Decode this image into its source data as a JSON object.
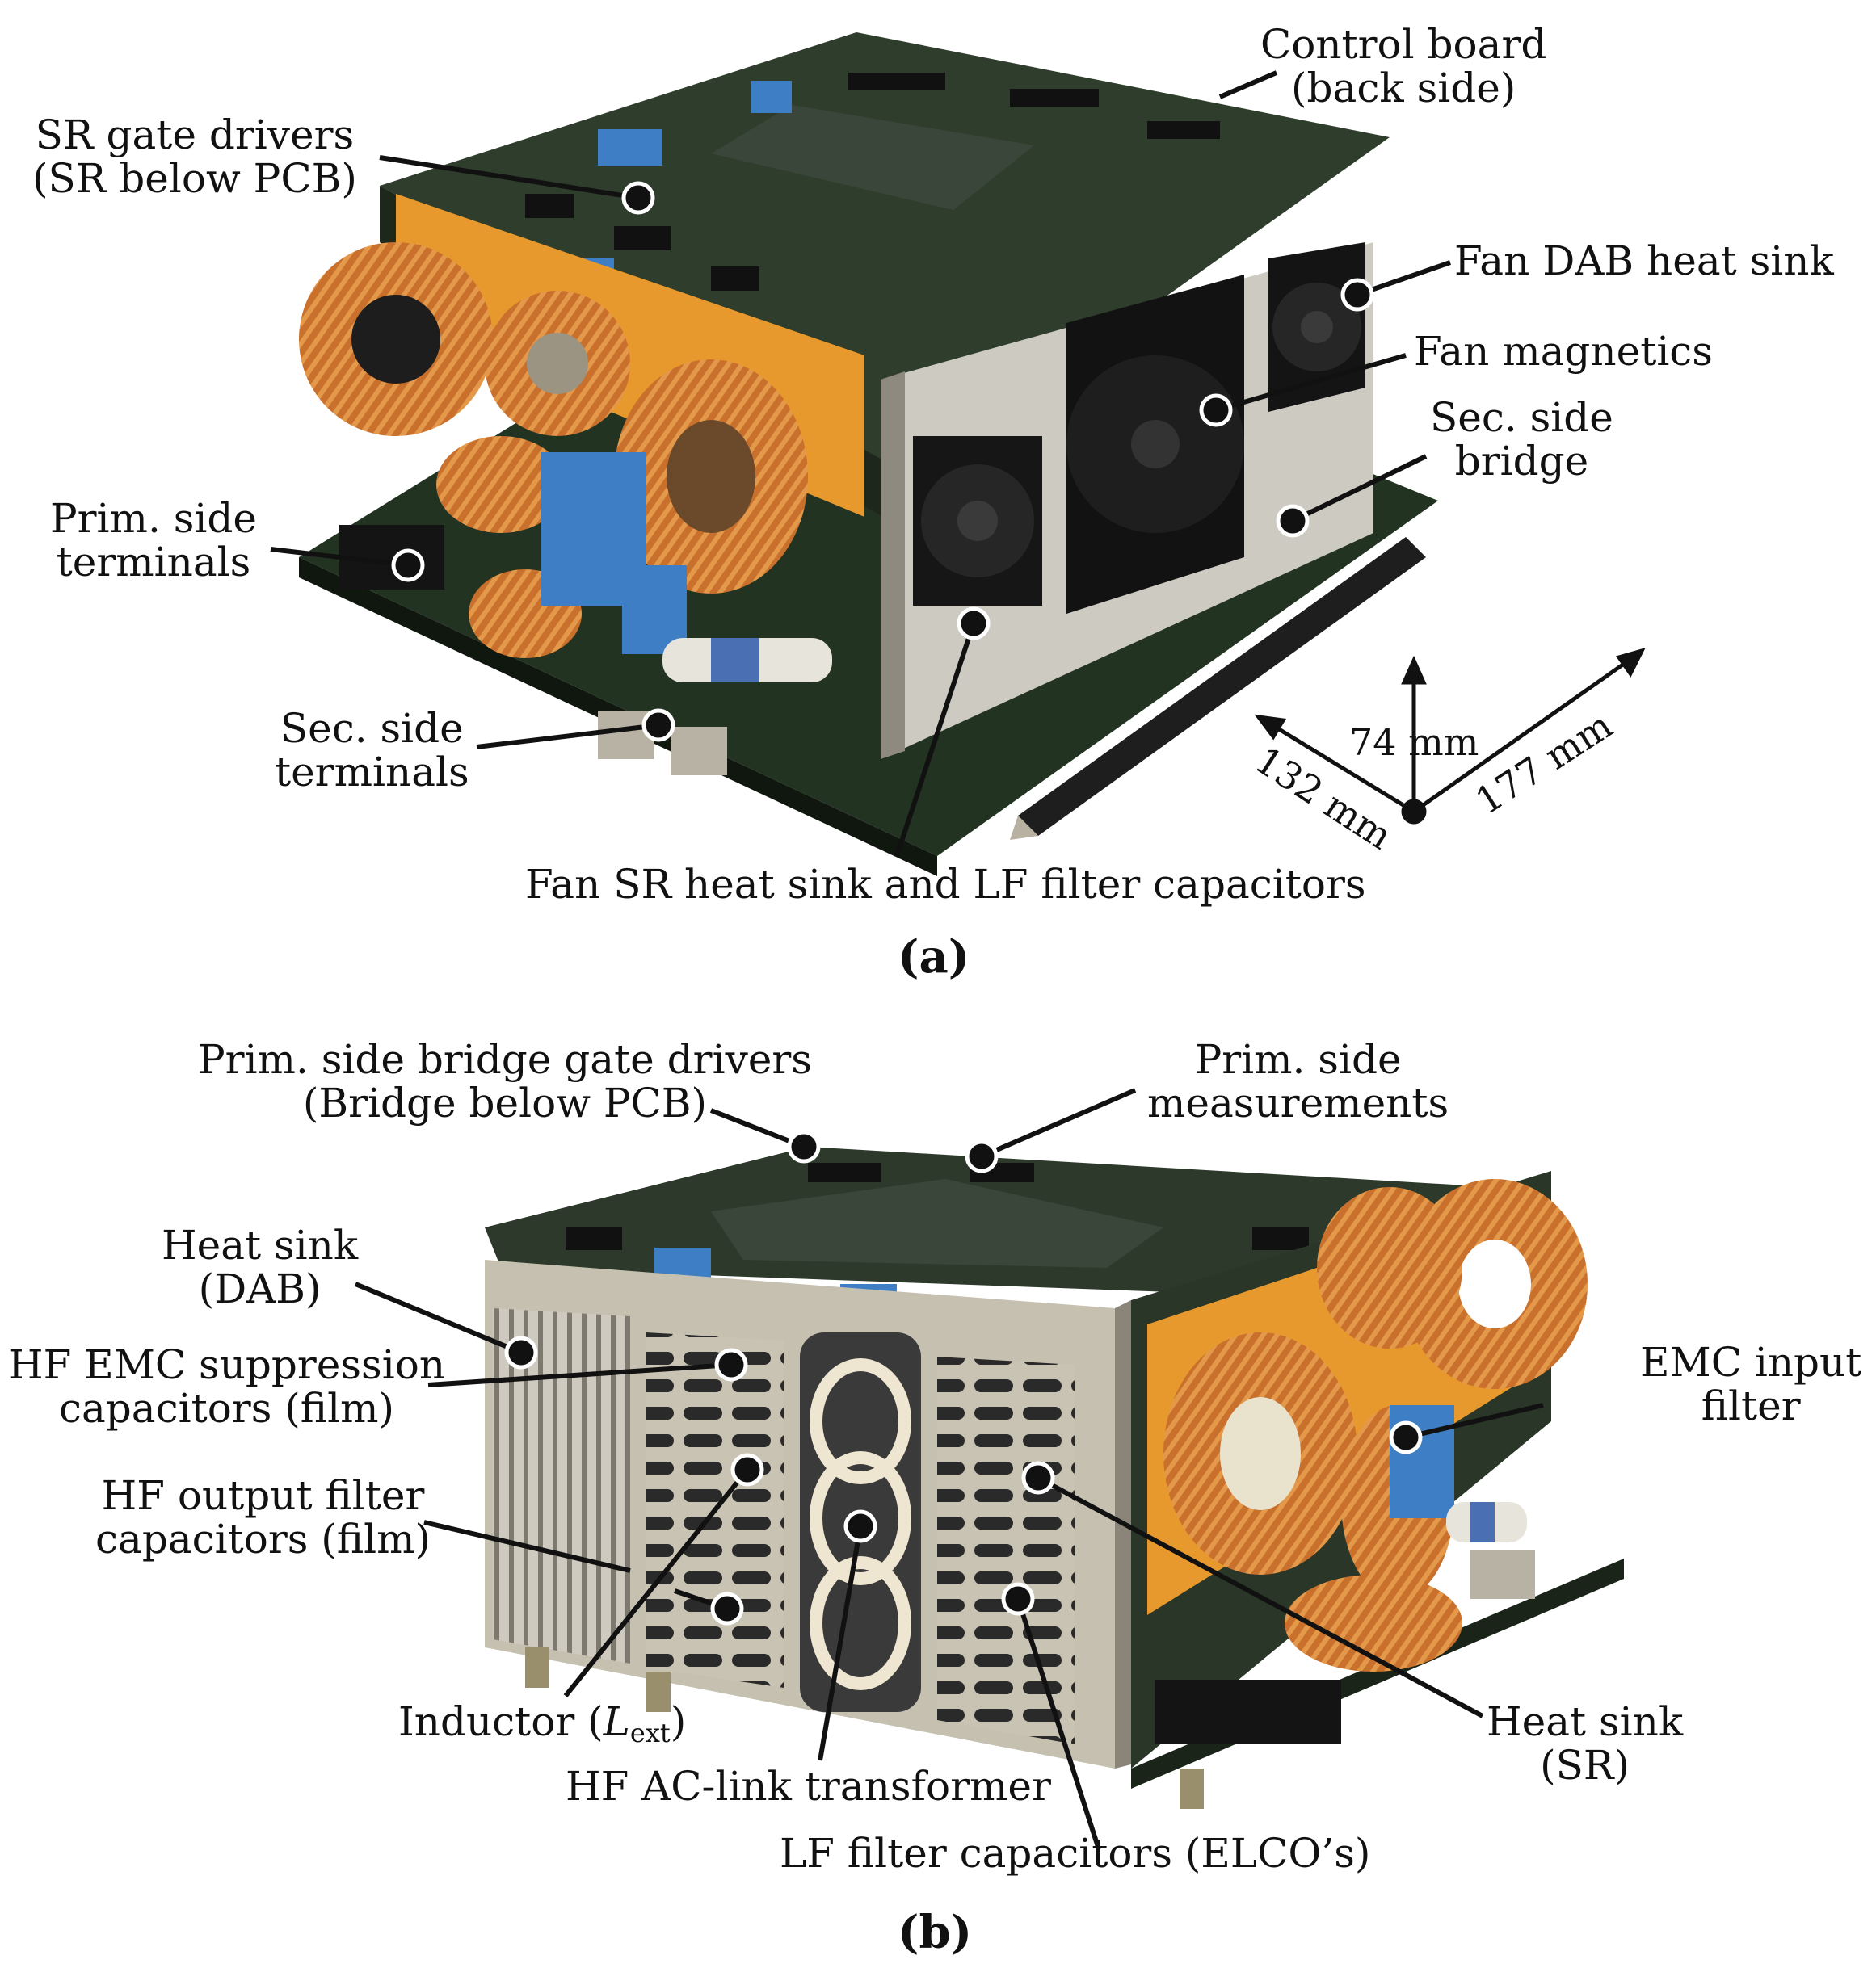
{
  "panel_a": {
    "caption": "(a)",
    "labels": {
      "control_board": [
        "Control board",
        "(back side)"
      ],
      "sr_gate_drivers": [
        "SR gate drivers",
        "(SR below PCB)"
      ],
      "fan_dab": "Fan DAB heat sink",
      "fan_magnetics": "Fan magnetics",
      "sec_bridge": [
        "Sec. side",
        "bridge"
      ],
      "prim_terminals": [
        "Prim. side",
        "terminals"
      ],
      "sec_terminals": [
        "Sec. side",
        "terminals"
      ],
      "fan_sr": "Fan SR heat sink and LF filter capacitors"
    },
    "dimensions": {
      "height": "74 mm",
      "depth": "132 mm",
      "width": "177 mm"
    }
  },
  "panel_b": {
    "caption": "(b)",
    "labels": {
      "prim_gate_drivers": [
        "Prim. side bridge gate drivers",
        "(Bridge below PCB)"
      ],
      "prim_measurements": [
        "Prim. side",
        "measurements"
      ],
      "heat_sink_dab": [
        "Heat sink",
        "(DAB)"
      ],
      "hf_emc": [
        "HF EMC suppression",
        "capacitors (film)"
      ],
      "hf_output": [
        "HF output filter",
        "capacitors (film)"
      ],
      "emc_input": [
        "EMC input",
        "filter"
      ],
      "inductor_prefix": "Inductor (",
      "inductor_symbol": "L",
      "inductor_sub": "ext",
      "inductor_suffix": ")",
      "hf_transformer": "HF AC-link transformer",
      "heat_sink_sr": [
        "Heat sink",
        "(SR)"
      ],
      "lf_elco": "LF filter capacitors (ELCO’s)"
    }
  },
  "colors": {
    "copper": "#c26a2a",
    "pcb": "#2c3a2a",
    "orange_plate": "#e8992d",
    "aluminium": "#b9b3a2",
    "blue_cap": "#3d7ec4"
  }
}
